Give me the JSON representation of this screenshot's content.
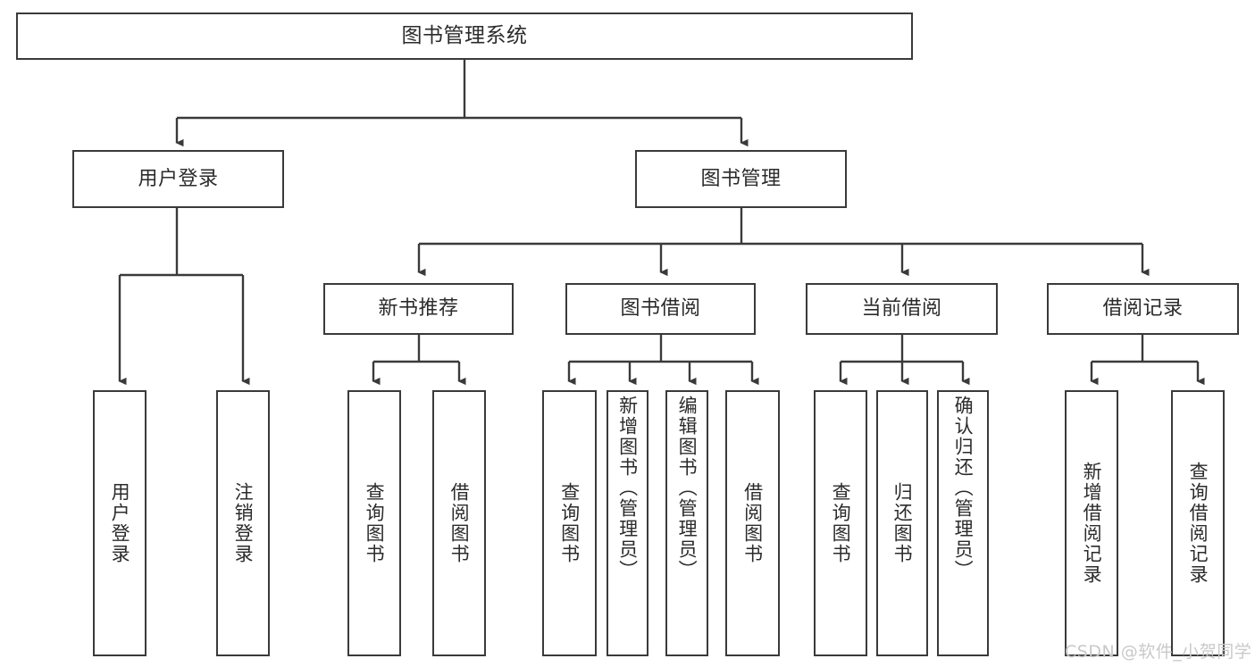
{
  "diagram": {
    "title": "图书管理系统",
    "type": "tree-hierarchy",
    "level2": [
      {
        "label": "用户登录"
      },
      {
        "label": "图书管理"
      }
    ],
    "level3": [
      {
        "label": "新书推荐"
      },
      {
        "label": "图书借阅"
      },
      {
        "label": "当前借阅"
      },
      {
        "label": "借阅记录"
      }
    ],
    "leaves": {
      "user_login": [
        {
          "label": "用户登录"
        },
        {
          "label": "注销登录"
        }
      ],
      "new_book_recommend": [
        {
          "label": "查询图书"
        },
        {
          "label": "借阅图书"
        }
      ],
      "book_borrow": [
        {
          "label": "查询图书"
        },
        {
          "label": "新增图书（管理员）"
        },
        {
          "label": "编辑图书（管理员）"
        },
        {
          "label": "借阅图书"
        }
      ],
      "current_borrow": [
        {
          "label": "查询图书"
        },
        {
          "label": "归还图书"
        },
        {
          "label": "确认归还（管理员）"
        }
      ],
      "borrow_record": [
        {
          "label": "新增借阅记录"
        },
        {
          "label": "查询借阅记录"
        }
      ]
    }
  },
  "watermark": {
    "text": "CSDN @软件_小贺同学"
  },
  "colors": {
    "stroke": "#3a3a3a",
    "background": "#ffffff",
    "text": "#2b2b2b",
    "watermark": "#c9c9c9"
  }
}
